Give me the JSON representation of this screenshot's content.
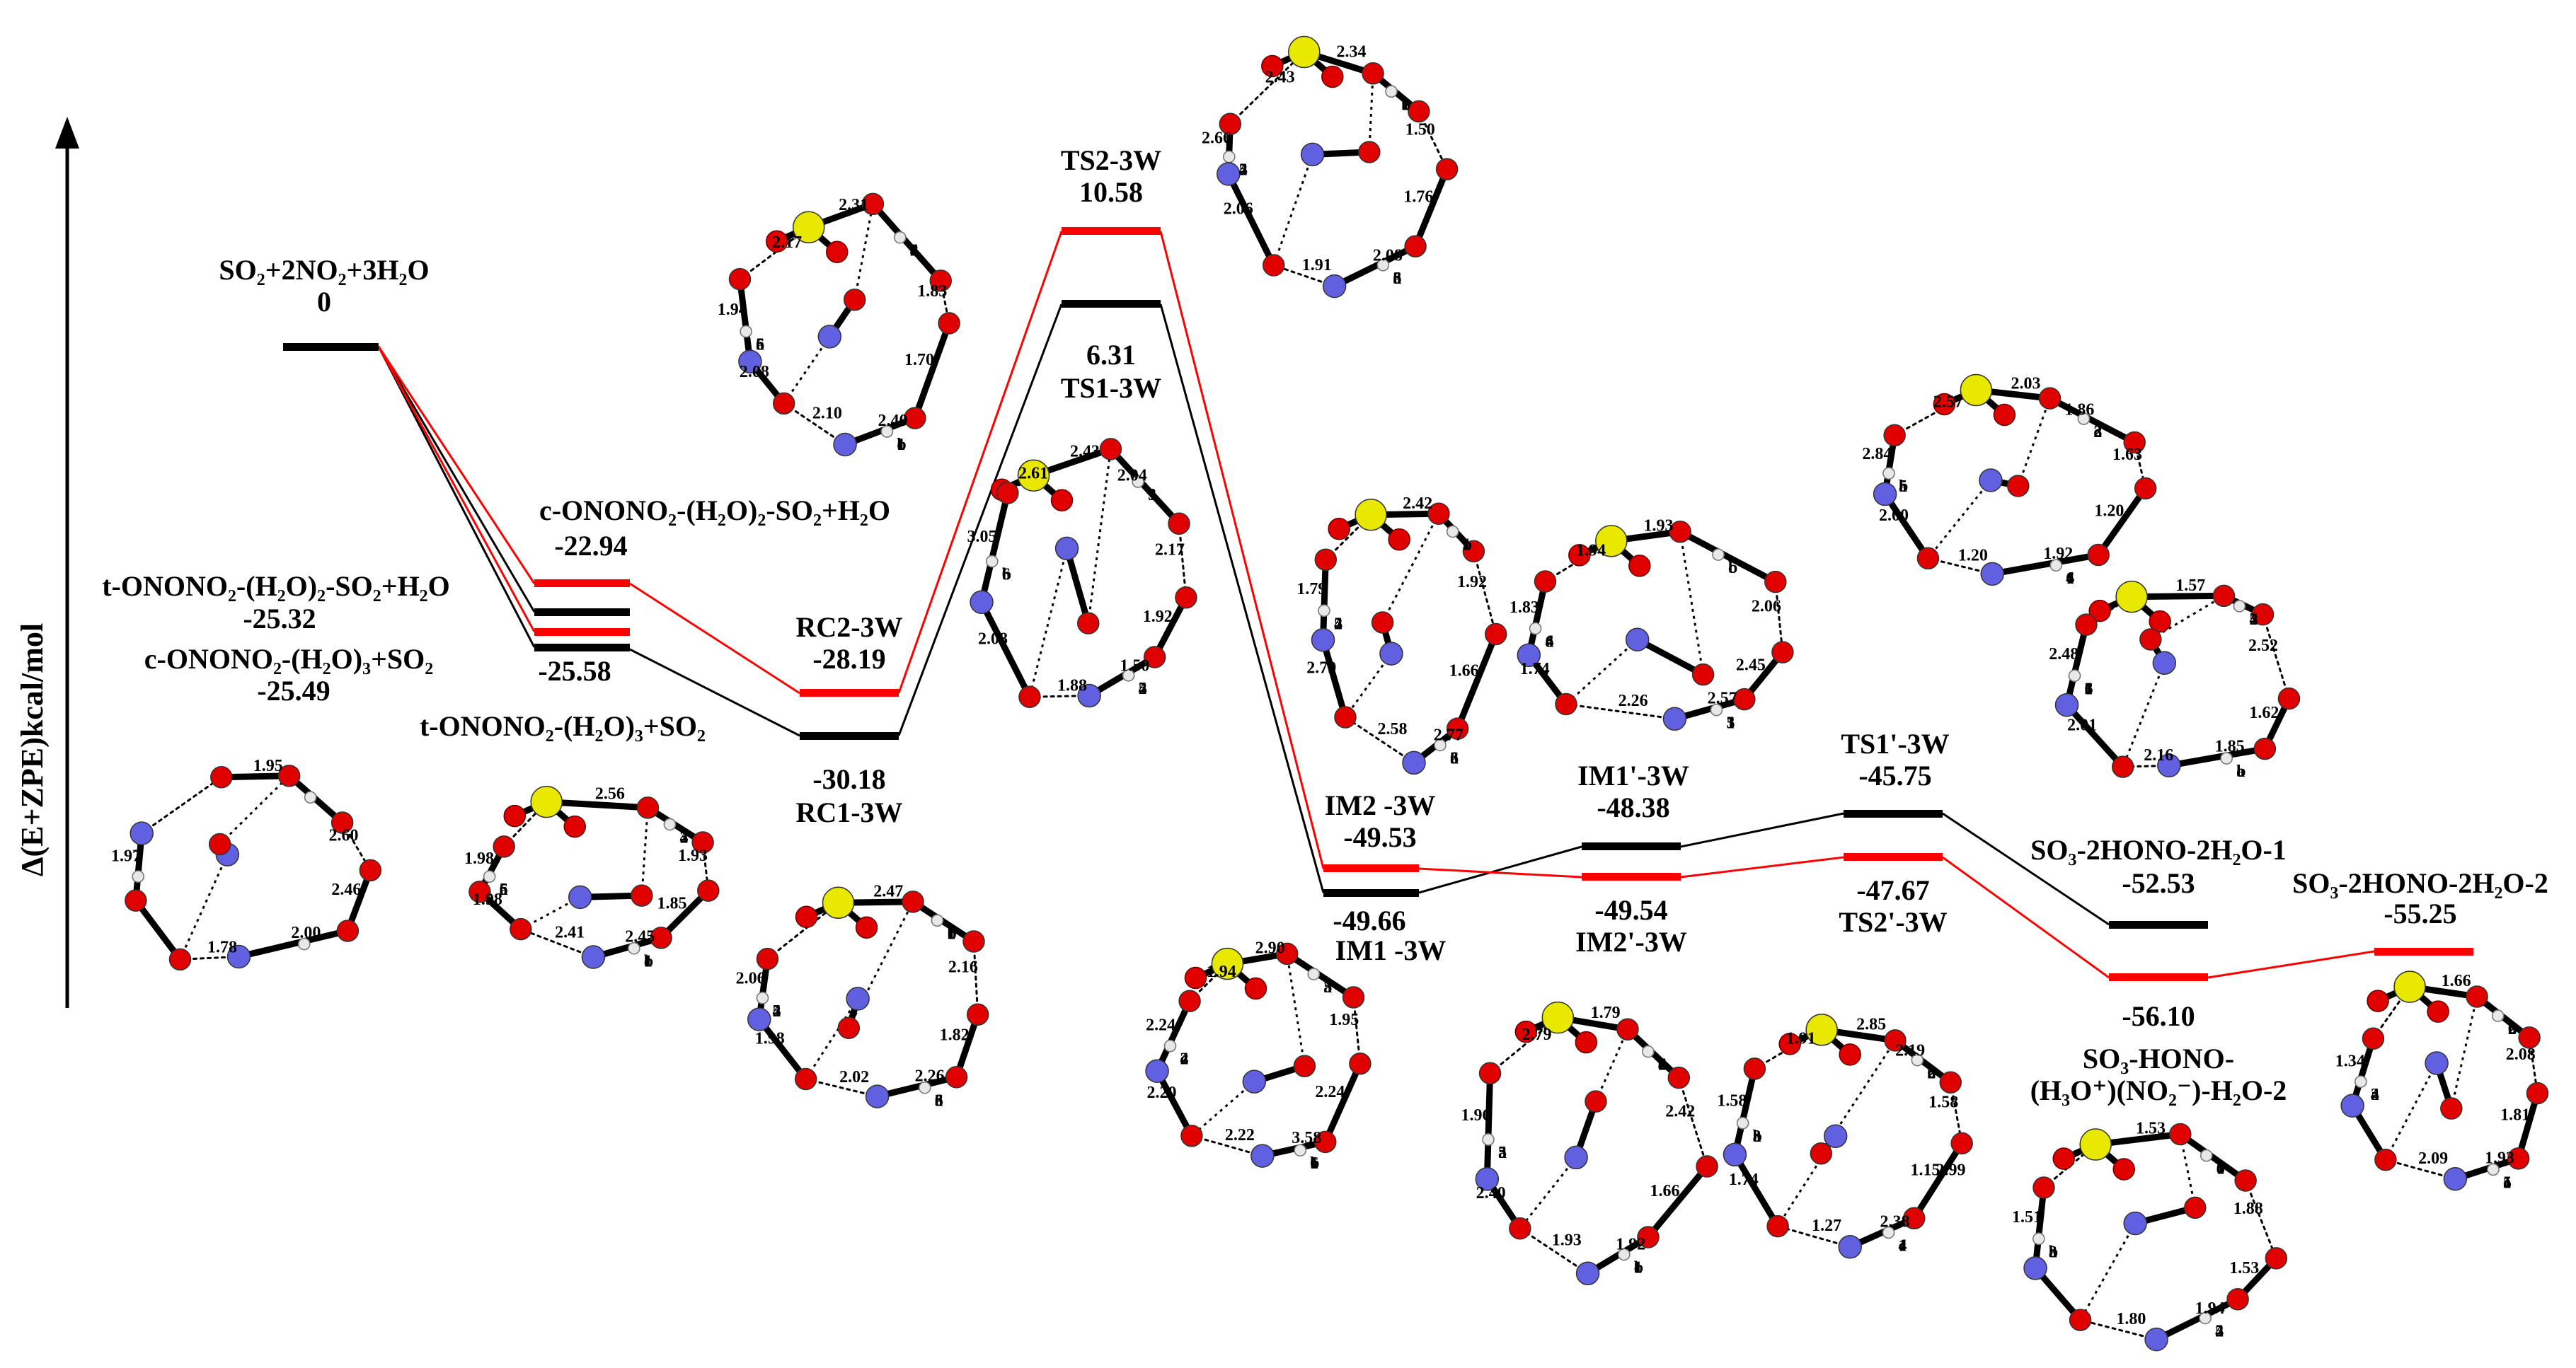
{
  "axis": {
    "y_label": "Δ(E+ZPE)kcal/mol"
  },
  "colors": {
    "black_path": "#000000",
    "red_path": "#ff0000",
    "oxygen": "#e00000",
    "nitrogen": "#6060e0",
    "sulfur": "#e8e800",
    "hydrogen": "#e8e8e8"
  },
  "levels": [
    {
      "id": "reactant",
      "name": "SO₂+2NO₂+3H₂O",
      "energy": "0",
      "color": "black"
    },
    {
      "id": "c-2w",
      "name": "c-ONONO₂-(H₂O)₂-SO₂+H₂O",
      "energy": "-22.94",
      "color": "red"
    },
    {
      "id": "t-2w",
      "name": "t-ONONO₂-(H₂O)₂-SO₂+H₂O",
      "energy": "-25.32",
      "color": "black"
    },
    {
      "id": "c-3w",
      "name": "c-ONONO₂-(H₂O)₃+SO₂",
      "energy": "-25.49",
      "color": "red"
    },
    {
      "id": "t-3w",
      "name": "t-ONONO₂-(H₂O)₃+SO₂",
      "energy": "-25.58",
      "color": "black"
    },
    {
      "id": "rc2",
      "name": "RC2-3W",
      "energy": "-28.19",
      "color": "red"
    },
    {
      "id": "rc1",
      "name": "RC1-3W",
      "energy": "-30.18",
      "color": "black"
    },
    {
      "id": "ts2",
      "name": "TS2-3W",
      "energy": "10.58",
      "color": "red"
    },
    {
      "id": "ts1",
      "name": "TS1-3W",
      "energy": "6.31",
      "color": "black"
    },
    {
      "id": "im2",
      "name": "IM2 -3W",
      "energy": "-49.53",
      "color": "red"
    },
    {
      "id": "im1",
      "name": "IM1 -3W",
      "energy": "-49.66",
      "color": "black"
    },
    {
      "id": "im1p",
      "name": "IM1'-3W",
      "energy": "-48.38",
      "color": "black"
    },
    {
      "id": "im2p",
      "name": "IM2'-3W",
      "energy": "-49.54",
      "color": "red"
    },
    {
      "id": "ts1p",
      "name": "TS1'-3W",
      "energy": "-45.75",
      "color": "black"
    },
    {
      "id": "ts2p",
      "name": "TS2'-3W",
      "energy": "-47.67",
      "color": "red"
    },
    {
      "id": "p1",
      "name": "SO₃-2HONO-2H₂O-1",
      "energy": "-52.53",
      "color": "black"
    },
    {
      "id": "p2",
      "name": "SO₃-2HONO-2H₂O-2",
      "energy": "-55.25",
      "color": "red"
    },
    {
      "id": "pion",
      "name_lines": [
        "SO₃-HONO-",
        "(H₃O⁺)(NO₂⁻)-H₂O-2"
      ],
      "energy": "-56.10",
      "color": "red"
    }
  ],
  "structures": {
    "rc0": {
      "dists": [
        "2.46",
        "1.78",
        "1.97",
        "1.95",
        "2.60",
        "2.00"
      ]
    },
    "t3w": {
      "dists": [
        "1.85",
        "2.41",
        "1.98",
        "2.56",
        "1.93",
        "2.45",
        "1.98"
      ],
      "atoms": [
        "c",
        "5",
        "4",
        "b",
        "6",
        "3",
        "1",
        "a",
        "2"
      ]
    },
    "ts2top": {
      "dists": [
        "1.70",
        "2.10",
        "1.94",
        "2.31",
        "1.83",
        "2.40",
        "2.08",
        "2.17"
      ],
      "atoms": [
        "c",
        "5",
        "3",
        "b",
        "6",
        "4",
        "1",
        "a",
        "2"
      ]
    },
    "rc1": {
      "dists": [
        "1.82",
        "2.02",
        "2.06",
        "2.47",
        "2.16",
        "2.26",
        "1.98"
      ],
      "atoms": [
        "6",
        "4",
        "b",
        "3",
        "5",
        "1",
        "a",
        "2"
      ]
    },
    "ts2": {
      "dists": [
        "1.76",
        "1.91",
        "2.66",
        "2.34",
        "1.50",
        "2.08",
        "2.06",
        "2.43"
      ],
      "atoms": [
        "6",
        "5",
        "b",
        "3",
        "4",
        "1",
        "a",
        "2"
      ]
    },
    "ts1": {
      "dists": [
        "1.92",
        "1.88",
        "3.05",
        "2.43",
        "2.17",
        "1.50",
        "2.08",
        "2.61",
        "2.04"
      ],
      "atoms": [
        "5",
        "b",
        "3",
        "4",
        "6",
        "1",
        "2"
      ]
    },
    "im2": {
      "dists": [
        "1.66",
        "2.58",
        "1.79",
        "2.42",
        "1.92",
        "2.77",
        "2.79"
      ],
      "atoms": [
        "6",
        "5",
        "b",
        "3",
        "4",
        "1",
        "a",
        "2"
      ]
    },
    "im1p": {
      "dists": [
        "2.45",
        "2.26",
        "1.83",
        "1.93",
        "2.06",
        "2.57",
        "1.74",
        "1.94"
      ],
      "atoms": [
        "1",
        "a",
        "b",
        "3",
        "4",
        "c",
        "5",
        "6"
      ]
    },
    "ts1p": {
      "dists": [
        "1.20",
        "1.20",
        "2.84",
        "2.03",
        "1.63",
        "1.92",
        "2.00",
        "2.57",
        "1.86"
      ],
      "atoms": [
        "1",
        "a",
        "2",
        "6",
        "b",
        "3",
        "4",
        "5",
        "c"
      ]
    },
    "p1": {
      "dists": [
        "1.62",
        "2.16",
        "2.48",
        "1.57",
        "2.52",
        "1.85",
        "2.01"
      ],
      "atoms": [
        "a",
        "1",
        "2",
        "b",
        "3",
        "4",
        "c",
        "6",
        "5"
      ]
    },
    "im1": {
      "dists": [
        "2.24",
        "2.22",
        "2.24",
        "2.90",
        "1.95",
        "3.58",
        "2.20",
        "1.94"
      ],
      "atoms": [
        "b",
        "4",
        "3",
        "6",
        "c",
        "5",
        "1",
        "2",
        "a"
      ]
    },
    "im2p": {
      "dists": [
        "1.66",
        "1.93",
        "1.96",
        "1.79",
        "2.42",
        "1.92",
        "2.40",
        "2.79"
      ],
      "atoms": [
        "c",
        "5",
        "4",
        "b",
        "3",
        "6",
        "1",
        "a",
        "2"
      ]
    },
    "ts2p": {
      "dists": [
        "1.15",
        "1.27",
        "1.58",
        "2.85",
        "1.58",
        "2.38",
        "1.74",
        "1.91",
        "2.19",
        "2.99"
      ],
      "atoms": [
        "c",
        "b",
        "5",
        "4",
        "3",
        "6",
        "1",
        "a",
        "2"
      ]
    },
    "pion": {
      "dists": [
        "1.53",
        "1.80",
        "1.51",
        "1.53",
        "1.88",
        "1.94"
      ],
      "atoms": [
        "4",
        "b",
        "c",
        "5",
        "3",
        "6",
        "2",
        "a",
        "1"
      ]
    },
    "p2": {
      "dists": [
        "1.81",
        "2.09",
        "1.34",
        "1.66",
        "2.08",
        "1.93"
      ],
      "atoms": [
        "5",
        "4",
        "b",
        "c",
        "3",
        "6",
        "1",
        "a",
        "2"
      ]
    }
  }
}
